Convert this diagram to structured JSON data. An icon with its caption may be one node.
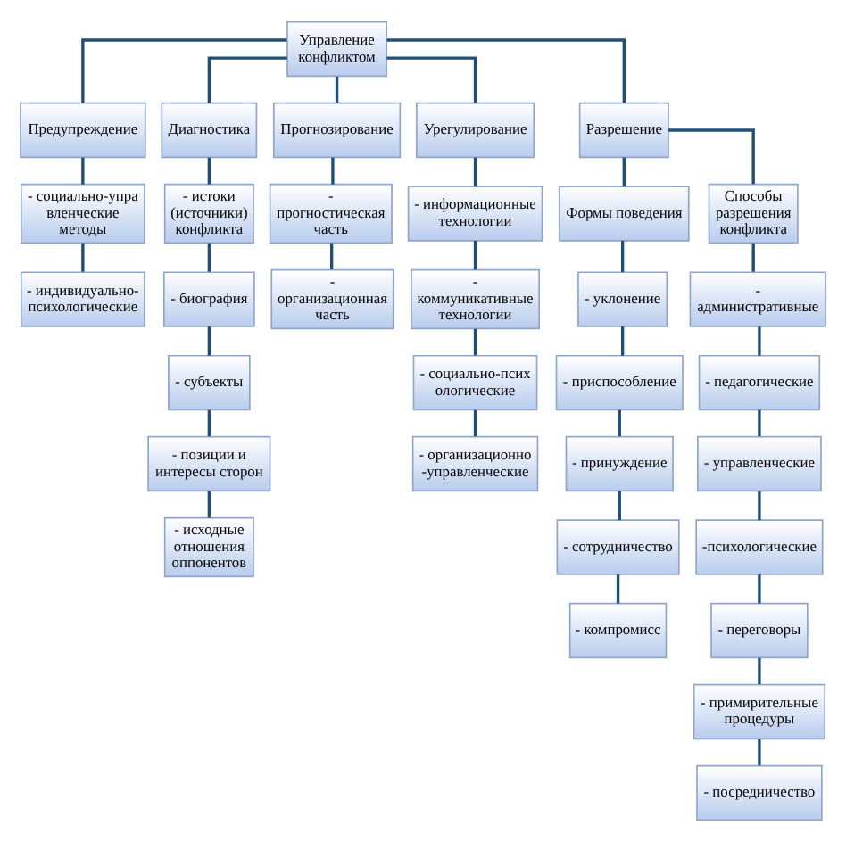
{
  "diagram": {
    "nodes": [
      {
        "text": [
          "Управление конфликтом"
        ]
      },
      {
        "text": [
          "Предупреждение"
        ]
      },
      {
        "text": [
          "- социально-управленческие методы"
        ]
      },
      {
        "text": [
          "- индивидуально-психологические"
        ]
      },
      {
        "text": [
          "Диагностика"
        ]
      },
      {
        "text": [
          "- истоки (источники) конфликта"
        ]
      },
      {
        "text": [
          "- биография"
        ]
      },
      {
        "text": [
          "- субъекты"
        ]
      },
      {
        "text": [
          "- позиции и интересы сторон"
        ]
      },
      {
        "text": [
          "- исходные отношения оппонентов"
        ]
      },
      {
        "text": [
          "Прогнозирование"
        ]
      },
      {
        "text": [
          "- прогностическая часть"
        ]
      },
      {
        "text": [
          "- организационная часть"
        ]
      },
      {
        "text": [
          "Урегулирование"
        ]
      },
      {
        "text": [
          "- информационные технологии"
        ]
      },
      {
        "text": [
          "- коммуникативные технологии"
        ]
      },
      {
        "text": [
          "- социально-психологические"
        ]
      },
      {
        "text": [
          "- организационно-управленческие"
        ]
      },
      {
        "text": [
          "Разрешение"
        ]
      },
      {
        "text": [
          "Формы поведения"
        ]
      },
      {
        "text": [
          "- уклонение"
        ]
      },
      {
        "text": [
          "- приспособление"
        ]
      },
      {
        "text": [
          "- принуждение"
        ]
      },
      {
        "text": [
          "- сотрудничество"
        ]
      },
      {
        "text": [
          "- компромисс"
        ]
      },
      {
        "text": [
          "Способы разрешения конфликта"
        ]
      },
      {
        "text": [
          "- административные"
        ]
      },
      {
        "text": [
          "- педагогические"
        ]
      },
      {
        "text": [
          "- управленческие"
        ]
      },
      {
        "text": [
          "-психологические"
        ]
      },
      {
        "text": [
          "- переговоры"
        ]
      },
      {
        "text": [
          "- примирительные процедуры"
        ]
      },
      {
        "text": [
          "- посредничество"
        ]
      }
    ],
    "edges": [
      {
        "from": 0,
        "to": 1,
        "arrow": "none"
      },
      {
        "from": 0,
        "to": 4,
        "arrow": "none"
      },
      {
        "from": 0,
        "to": 10,
        "arrow": "none"
      },
      {
        "from": 0,
        "to": 13,
        "arrow": "none"
      },
      {
        "from": 0,
        "to": 18,
        "arrow": "none"
      },
      {
        "from": 1,
        "to": 2,
        "arrow": "none"
      },
      {
        "from": 2,
        "to": 3,
        "arrow": "none"
      },
      {
        "from": 4,
        "to": 5,
        "arrow": "none"
      },
      {
        "from": 5,
        "to": 6,
        "arrow": "none"
      },
      {
        "from": 6,
        "to": 7,
        "arrow": "none"
      },
      {
        "from": 7,
        "to": 8,
        "arrow": "none"
      },
      {
        "from": 8,
        "to": 9,
        "arrow": "none"
      },
      {
        "from": 10,
        "to": 11,
        "arrow": "none"
      },
      {
        "from": 11,
        "to": 12,
        "arrow": "none"
      },
      {
        "from": 13,
        "to": 14,
        "arrow": "none"
      },
      {
        "from": 14,
        "to": 15,
        "arrow": "none"
      },
      {
        "from": 15,
        "to": 16,
        "arrow": "none"
      },
      {
        "from": 16,
        "to": 17,
        "arrow": "none"
      },
      {
        "from": 18,
        "to": 19,
        "arrow": "none"
      },
      {
        "from": 18,
        "to": 25,
        "arrow": "none"
      },
      {
        "from": 19,
        "to": 20,
        "arrow": "none"
      },
      {
        "from": 20,
        "to": 21,
        "arrow": "none"
      },
      {
        "from": 21,
        "to": 22,
        "arrow": "none"
      },
      {
        "from": 22,
        "to": 23,
        "arrow": "none"
      },
      {
        "from": 23,
        "to": 24,
        "arrow": "none"
      },
      {
        "from": 25,
        "to": 26,
        "arrow": "none"
      },
      {
        "from": 26,
        "to": 27,
        "arrow": "none"
      },
      {
        "from": 27,
        "to": 28,
        "arrow": "none"
      },
      {
        "from": 28,
        "to": 29,
        "arrow": "none"
      },
      {
        "from": 29,
        "to": 30,
        "arrow": "none"
      },
      {
        "from": 30,
        "to": 31,
        "arrow": "none"
      },
      {
        "from": 31,
        "to": 32,
        "arrow": "none"
      }
    ]
  }
}
